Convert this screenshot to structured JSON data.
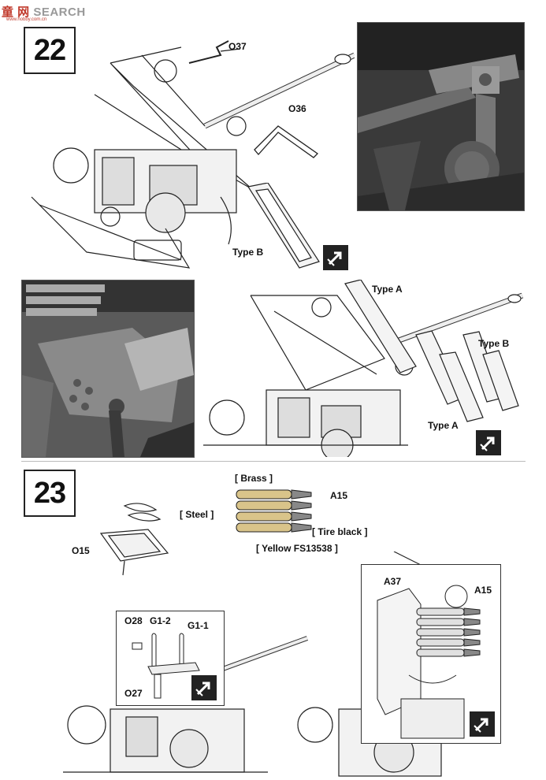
{
  "watermark": {
    "brand": "童 网",
    "text": "SEARCH",
    "sub": "www.hobby.com.cn"
  },
  "steps": [
    {
      "number": "22"
    },
    {
      "number": "23"
    }
  ],
  "step22": {
    "labels": {
      "o37": "O37",
      "o36": "O36",
      "type_b_left": "Type B",
      "type_a_top": "Type A",
      "type_b_right": "Type B",
      "type_a_bottom": "Type A"
    }
  },
  "step23": {
    "labels": {
      "brass": "[ Brass ]",
      "a15": "A15",
      "steel": "[ Steel ]",
      "tire_black": "[ Tire black ]",
      "yellow": "[ Yellow  FS13538 ]",
      "o15": "O15",
      "o28": "O28",
      "g1_2": "G1-2",
      "g1_1": "G1-1",
      "o27": "O27",
      "a37": "A37",
      "a15_inset": "A15"
    }
  },
  "icons": {
    "step22_arrow_left": "assembly-arrow-icon",
    "step22_arrow_right": "assembly-arrow-icon",
    "step23_arrow_inset_left": "assembly-arrow-icon",
    "step23_arrow_inset_right": "assembly-arrow-icon"
  }
}
